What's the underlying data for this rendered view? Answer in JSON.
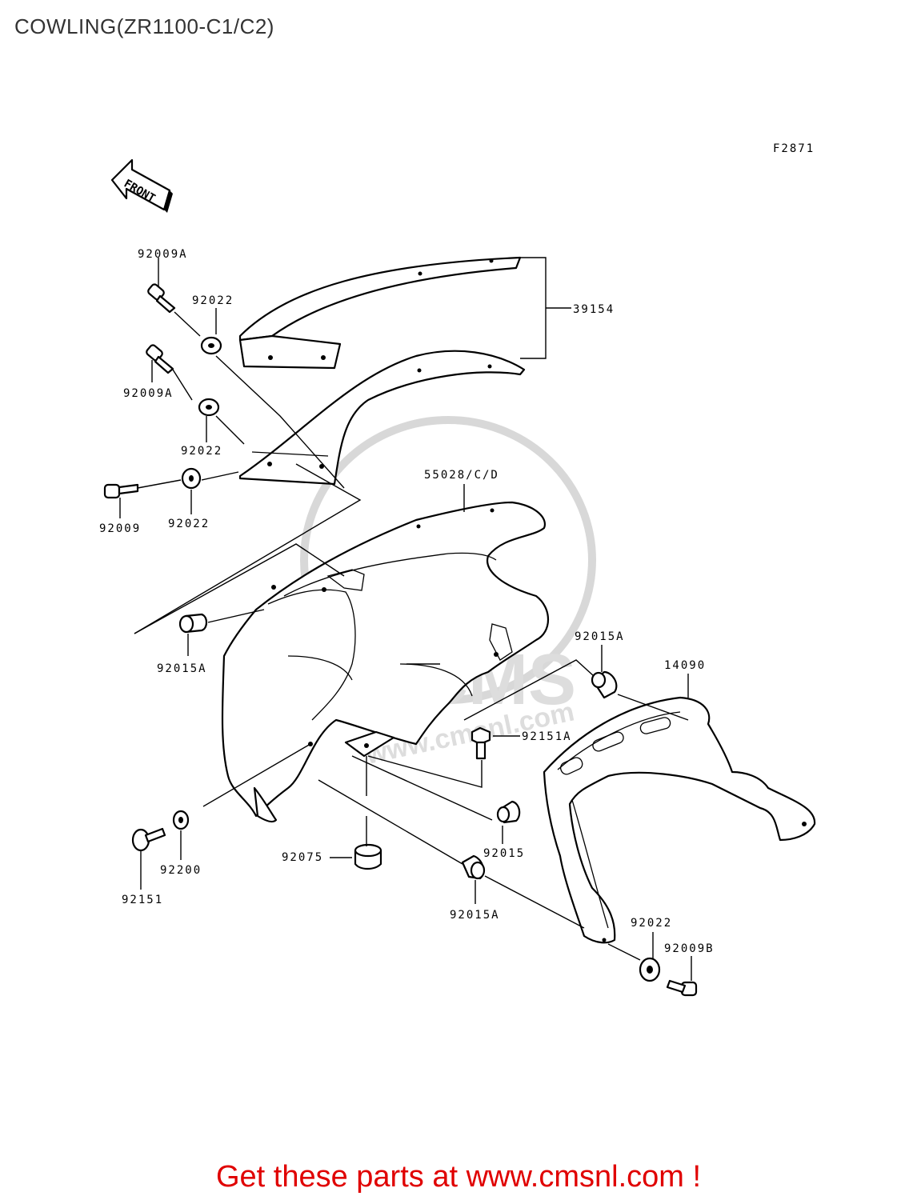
{
  "title": "COWLING(ZR1100-C1/C2)",
  "figure_code": "F2871",
  "front_marker": "FRONT",
  "watermark": {
    "brand": "CMS",
    "url": "www.cmsnl.com"
  },
  "footer": {
    "text": "Get these parts at www.cmsnl.com !",
    "color": "#e00000"
  },
  "labels": {
    "p92009A_top": "92009A",
    "p92022_top": "92022",
    "p39154": "39154",
    "p92009A_mid": "92009A",
    "p92022_mid": "92022",
    "p92009": "92009",
    "p92022_low": "92022",
    "p55028": "55028/C/D",
    "p92015A_left": "92015A",
    "p92015A_right": "92015A",
    "p14090": "14090",
    "p92151A": "92151A",
    "p92151": "92151",
    "p92200": "92200",
    "p92075": "92075",
    "p92015": "92015",
    "p92015A_bottom": "92015A",
    "p92022_right": "92022",
    "p92009B": "92009B"
  }
}
